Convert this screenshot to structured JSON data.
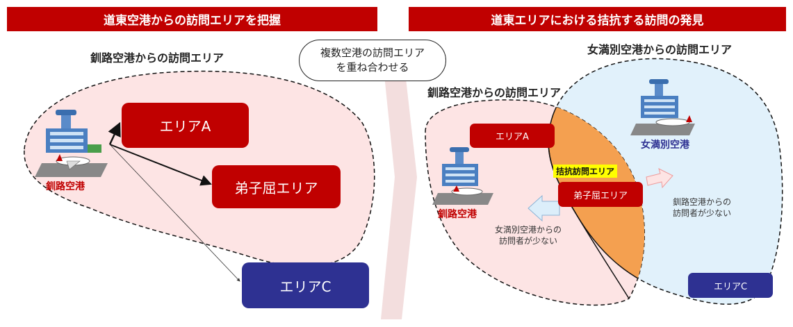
{
  "left": {
    "header": "道東空港からの訪問エリアを把握",
    "region_label": "釧路空港からの訪問エリア",
    "airport_name": "釧路空港",
    "areas": {
      "a": "エリアA",
      "b": "弟子屈エリア",
      "c": "エリアC"
    }
  },
  "bubble": {
    "line1": "複数空港の訪問エリア",
    "line2": "を重ね合わせる"
  },
  "right": {
    "header": "道東エリアにおける拮抗する訪問の発見",
    "kushiro_region_label": "釧路空港からの訪問エリア",
    "memanbetsu_region_label": "女満別空港からの訪問エリア",
    "kushiro_airport": "釧路空港",
    "memanbetsu_airport": "女満別空港",
    "contest_tag": "拮抗訪問エリア",
    "areas": {
      "a": "エリアA",
      "b": "弟子屈エリア",
      "c": "エリアC"
    },
    "note_left": {
      "line1": "女満別空港からの",
      "line2": "訪問者が少ない"
    },
    "note_right": {
      "line1": "釧路空港からの",
      "line2": "訪問者が少ない"
    }
  },
  "colors": {
    "header_red": "#c00000",
    "area_red": "#c00000",
    "area_navy": "#2e3192",
    "kushiro_fill": "#fde4e4",
    "memanbetsu_fill": "#e1f1fb",
    "overlap_fill": "#f4a050",
    "tag_yellow": "#ffff00",
    "airport_name_red": "#c00000",
    "airport_name_navy": "#2e3192"
  }
}
